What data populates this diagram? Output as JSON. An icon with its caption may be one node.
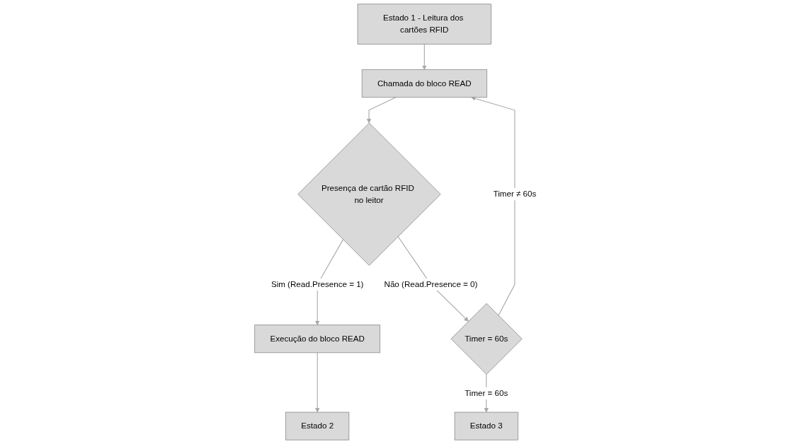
{
  "diagram": {
    "nodes": [
      {
        "text": [
          "Estado 1 - Leitura dos cartões RFID"
        ]
      },
      {
        "text": [
          "Chamada do bloco READ"
        ]
      },
      {
        "text": [
          "Presença de cartão RFID no leitor"
        ]
      },
      {
        "text": [
          "Execução do bloco READ"
        ]
      },
      {
        "text": [
          "Timer = 60s"
        ]
      },
      {
        "text": [
          "Estado 2"
        ]
      },
      {
        "text": [
          "Estado 3"
        ]
      }
    ],
    "edges": [
      {
        "from": 0,
        "to": 1,
        "arrow": "to"
      },
      {
        "from": 1,
        "to": 2,
        "arrow": "to"
      },
      {
        "from": 2,
        "to": 3,
        "arrow": "to",
        "label": "Sim (Read.Presence = 1)"
      },
      {
        "from": 2,
        "to": 4,
        "arrow": "to",
        "label": "Não (Read.Presence = 0)"
      },
      {
        "from": 3,
        "to": 5,
        "arrow": "to"
      },
      {
        "from": 4,
        "to": 6,
        "arrow": "to",
        "label": "Timer = 60s"
      },
      {
        "from": 4,
        "to": 1,
        "arrow": "to",
        "label": "Timer ≠ 60s"
      }
    ]
  }
}
